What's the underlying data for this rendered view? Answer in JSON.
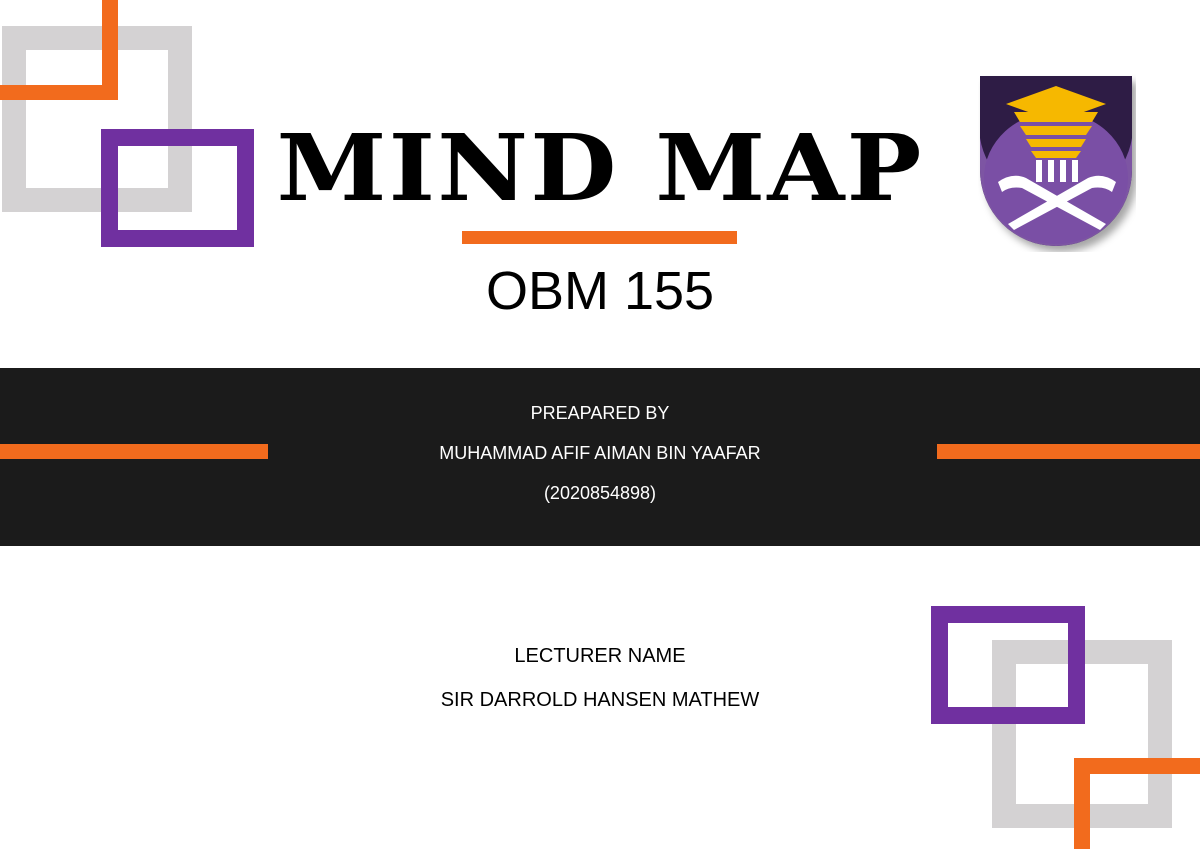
{
  "cover": {
    "title": "MIND MAP",
    "course_code": "OBM 155"
  },
  "prepared": {
    "label": "PREAPARED BY",
    "name": "MUHAMMAD AFIF AIMAN BIN YAAFAR",
    "student_id": "(2020854898)"
  },
  "lecturer": {
    "label": "LECTURER NAME",
    "name": "SIR DARROLD HANSEN MATHEW"
  },
  "colors": {
    "orange": "#f26b1d",
    "purple": "#7030a0",
    "gray": "#d4d2d3",
    "band": "#1b1b1b",
    "logo_gold": "#f6b800"
  },
  "icons": {
    "logo": "university-crest-icon"
  }
}
